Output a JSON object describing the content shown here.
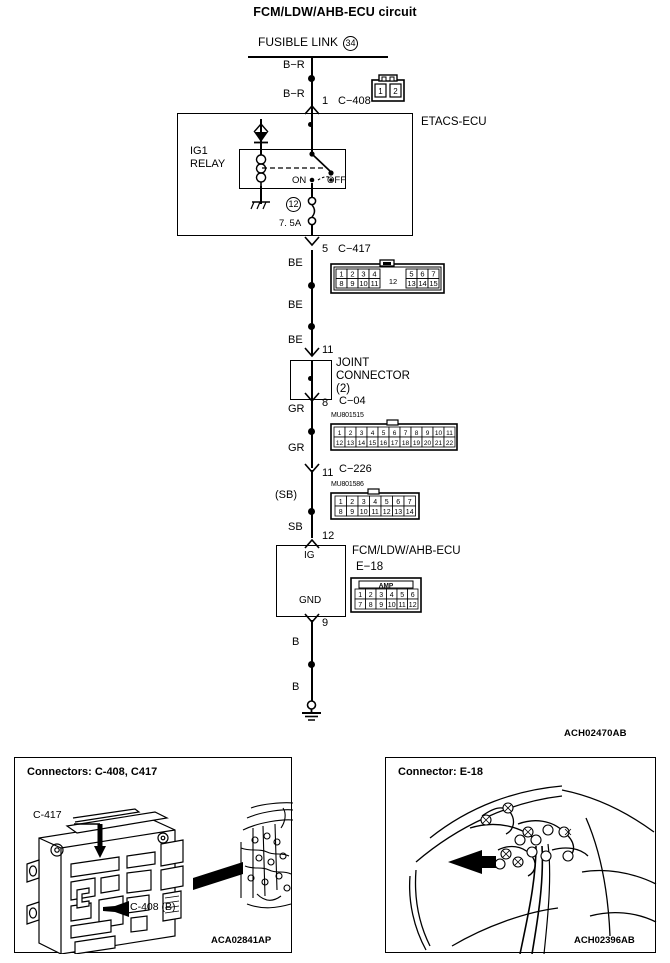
{
  "title": "FCM/LDW/AHB-ECU circuit",
  "figure_code": "ACH02470AB",
  "power_source": {
    "label": "FUSIBLE LINK",
    "number": "34"
  },
  "wires": {
    "br_top": "B−R",
    "br_bottom": "B−R",
    "be_1": "BE",
    "be_2": "BE",
    "be_3": "BE",
    "gr_1": "GR",
    "gr_2": "GR",
    "sb_paren": "(SB)",
    "sb": "SB",
    "b_1": "B",
    "b_2": "B"
  },
  "etacs": {
    "name": "ETACS-ECU",
    "relay_line1": "IG1",
    "relay_line2": "RELAY",
    "contact_on": "ON",
    "contact_off": "OFF",
    "fuse_number": "12",
    "fuse_rating": "7. 5A"
  },
  "terminals": {
    "c408_pin": "1",
    "c417_pin": "5",
    "joint_in_pin": "11",
    "joint_out_pin": "8",
    "c226_pin": "11",
    "ecu_ig_pin": "12",
    "ecu_gnd_pin": "9"
  },
  "connectors": [
    {
      "id": "c408",
      "name": "C−408",
      "part_code": "",
      "rows": [
        [
          "1",
          "2"
        ]
      ],
      "tab": "plain"
    },
    {
      "id": "c417",
      "name": "C−417",
      "part_code": "",
      "rows": [
        [
          "1",
          "2",
          "3",
          "4",
          "",
          "5",
          "6",
          "7"
        ],
        [
          "8",
          "9",
          "10",
          "11",
          "12",
          "13",
          "14",
          "15"
        ]
      ],
      "center_pin": "12",
      "tab": "plain"
    },
    {
      "id": "c04",
      "name": "C−04",
      "part_code": "MU801515",
      "rows": [
        [
          "1",
          "2",
          "3",
          "4",
          "5",
          "6",
          "7",
          "8",
          "9",
          "10",
          "11"
        ],
        [
          "12",
          "13",
          "14",
          "15",
          "16",
          "17",
          "18",
          "19",
          "20",
          "21",
          "22"
        ]
      ],
      "tab": "plain"
    },
    {
      "id": "c226",
      "name": "C−226",
      "part_code": "MU801586",
      "rows": [
        [
          "1",
          "2",
          "3",
          "4",
          "5",
          "6",
          "7"
        ],
        [
          "8",
          "9",
          "10",
          "11",
          "12",
          "13",
          "14"
        ]
      ],
      "tab": "plain"
    },
    {
      "id": "e18",
      "name": "E−18",
      "part_code": "",
      "tab_label": "AMP",
      "rows": [
        [
          "1",
          "2",
          "3",
          "4",
          "5",
          "6"
        ],
        [
          "7",
          "8",
          "9",
          "10",
          "11",
          "12"
        ]
      ]
    }
  ],
  "joint_connector": {
    "line1": "JOINT",
    "line2": "CONNECTOR",
    "line3": "(2)"
  },
  "ecu": {
    "name": "FCM/LDW/AHB-ECU",
    "connector": "E−18",
    "pin_ig": "IG",
    "pin_gnd": "GND"
  },
  "panels": [
    {
      "id": "left",
      "title": "Connectors: C-408, C417",
      "code": "ACA02841AP",
      "callouts": [
        {
          "text": "C-417"
        },
        {
          "text": "C-408 (B)"
        }
      ]
    },
    {
      "id": "right",
      "title": "Connector: E-18",
      "code": "ACH02396AB",
      "callouts": []
    }
  ]
}
